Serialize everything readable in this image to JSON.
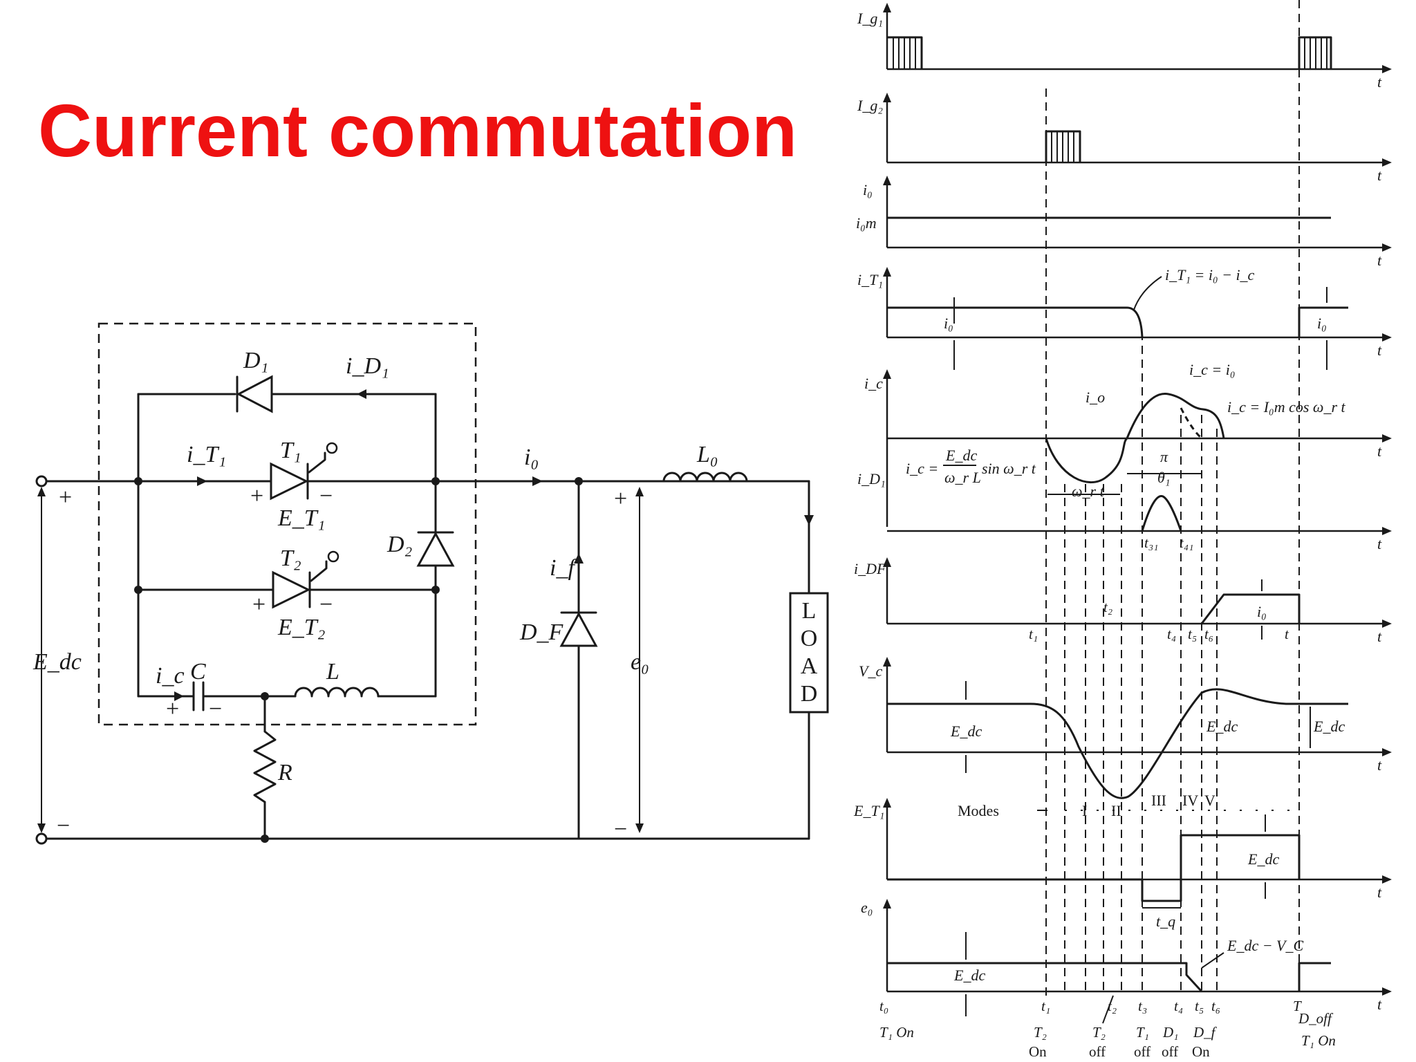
{
  "title": "Current commutation",
  "circuit": {
    "D1": "D₁",
    "iD1": "i_D₁",
    "iT1": "i_T₁",
    "T1": "T₁",
    "ET1": "E_T₁",
    "T2": "T₂",
    "ET2": "E_T₂",
    "D2": "D₂",
    "ic": "i_c",
    "C": "C",
    "L": "L",
    "R": "R",
    "Edc": "E_dc",
    "i0": "i₀",
    "L0": "L₀",
    "if": "i_f",
    "DF": "D_F",
    "e0": "e₀",
    "load": [
      "L",
      "O",
      "A",
      "D"
    ],
    "plus": "+",
    "minus": "−"
  },
  "waveforms": {
    "ylabels": [
      "I_g₁",
      "I_g₂",
      "i₀",
      "i_T₁",
      "i_c",
      "i_D₁",
      "i_DF",
      "V_c",
      "E_T₁",
      "e₀"
    ],
    "i0m": "i₀m",
    "t": "t",
    "iT1_eq": "i_T₁ = i₀ − i_c",
    "io_val": "i₀",
    "ic_eq_i0": "i_c = i₀",
    "ic_io": "i_o",
    "ic_cos": "i_c = I₀m cos ω_r t",
    "ic_sin_a": "i_c =",
    "ic_sin_num": "E_dc",
    "ic_sin_den": "ω_r L",
    "ic_sin_b": "sin ω_r t",
    "wrt": "ω_r t",
    "pi": "π",
    "theta1": "θ₁",
    "Edc": "E_dc",
    "Edc_minus_Vc": "E_dc − V_C",
    "tq": "t_q",
    "modes_label": "Modes",
    "modes": [
      "I",
      "II",
      "III",
      "IV",
      "V"
    ],
    "t_marks": [
      "t₁",
      "t₂",
      "t₃₁",
      "t₄₁",
      "t₄",
      "t₅",
      "t₆",
      "t"
    ],
    "bottom_ticks": [
      "t₀",
      "t₁",
      "t₂",
      "t₃",
      "t₄",
      "t₅",
      "t₆",
      "T"
    ],
    "bottom_labels": [
      "T₁ On",
      "T₂",
      "On",
      "T₂",
      "off",
      "T₁",
      "off",
      "D₁",
      "off",
      "D_f",
      "On",
      "D_off",
      "T₁ On"
    ]
  }
}
